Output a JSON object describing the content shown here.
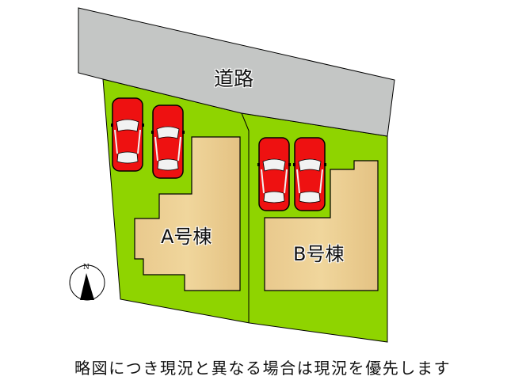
{
  "labels": {
    "road": "道路",
    "building_a": "A号棟",
    "building_b": "B号棟",
    "compass_north": "N"
  },
  "caption": "略図につき現況と異なる場合は現況を優先します",
  "colors": {
    "road": "#c4c6c5",
    "lot_green": "#8fd400",
    "building_wood": "#e8c88a",
    "car_red": "#ee1111",
    "outline": "#000000"
  },
  "parking": {
    "lot_a_cars": 2,
    "lot_b_cars": 2
  }
}
